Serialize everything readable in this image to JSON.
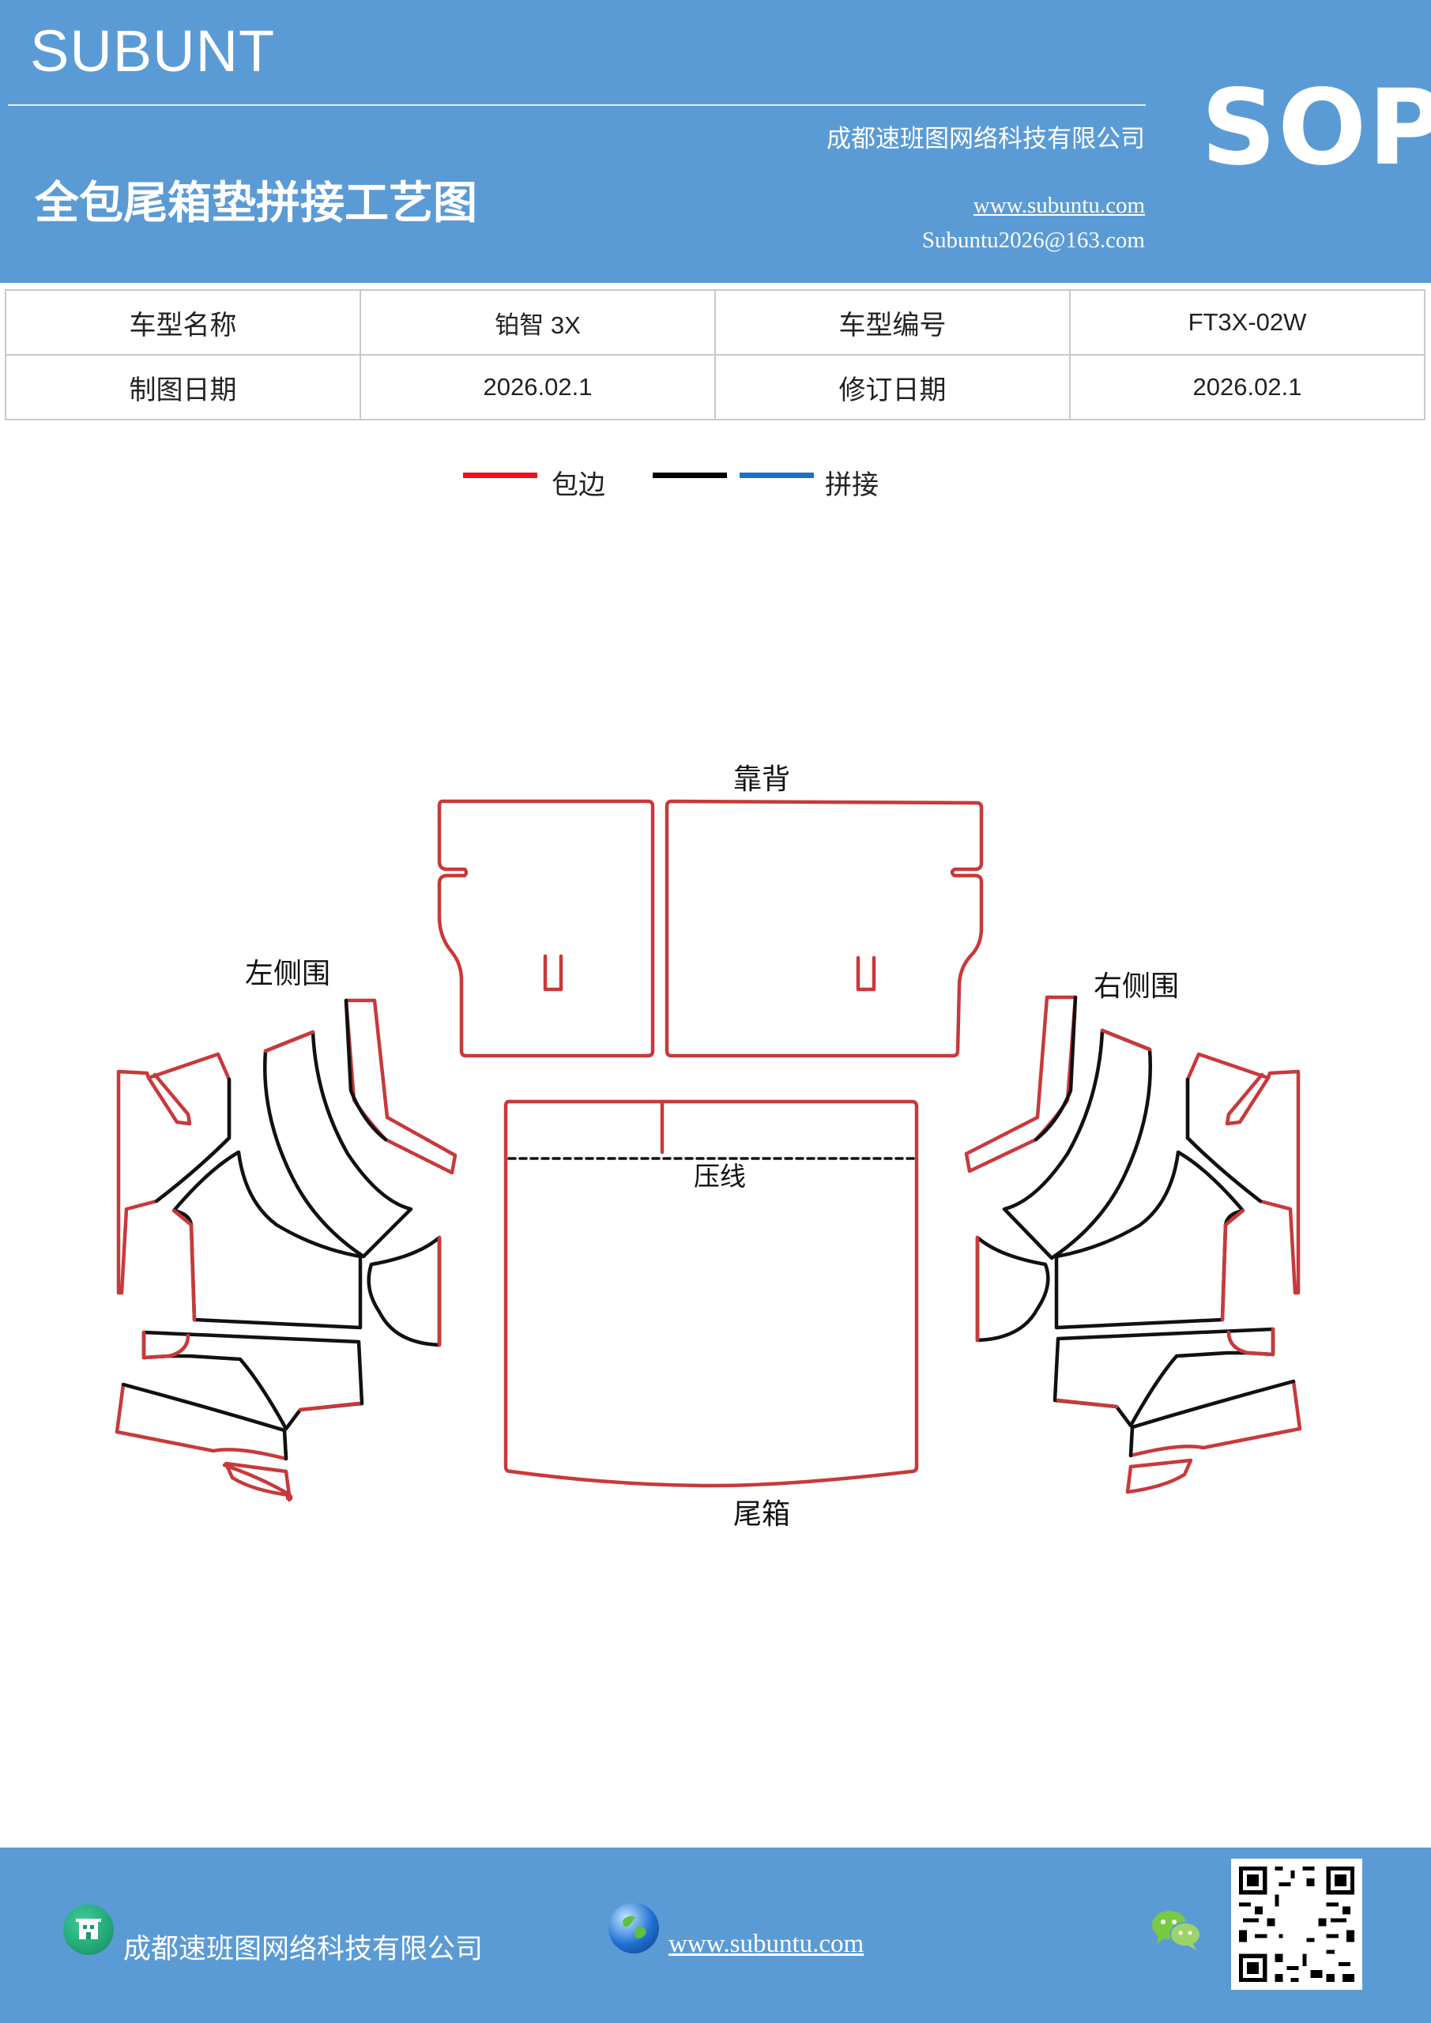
{
  "header": {
    "brand": "SUBUNT",
    "company": "成都速班图网络科技有限公司",
    "title": "全包尾箱垫拼接工艺图",
    "url": "www.subuntu.com",
    "email": "Subuntu2026@163.com",
    "badge": "SOP"
  },
  "info_table": {
    "rows": [
      {
        "label1": "车型名称",
        "value1": "铂智 3X",
        "label2": "车型编号",
        "value2": "FT3X-02W"
      },
      {
        "label1": "制图日期",
        "value1": "2026.02.1",
        "label2": "修订日期",
        "value2": "2026.02.1"
      }
    ]
  },
  "legend": {
    "items": [
      {
        "color": "#e8141c",
        "label": "包边"
      },
      {
        "color": "#000000",
        "label": ""
      },
      {
        "color": "#1f6fc4",
        "label": "拼接"
      }
    ]
  },
  "diagram": {
    "labels": {
      "backrest": "靠背",
      "left_side": "左侧围",
      "right_side": "右侧围",
      "press_line": "压线",
      "trunk": "尾箱"
    },
    "colors": {
      "edge": "#c8393b",
      "seam": "#111111"
    }
  },
  "footer": {
    "company": "成都速班图网络科技有限公司",
    "url": "www.subuntu.com",
    "icons": [
      "building-icon",
      "globe-icon",
      "wechat-icon",
      "qr-code"
    ]
  }
}
